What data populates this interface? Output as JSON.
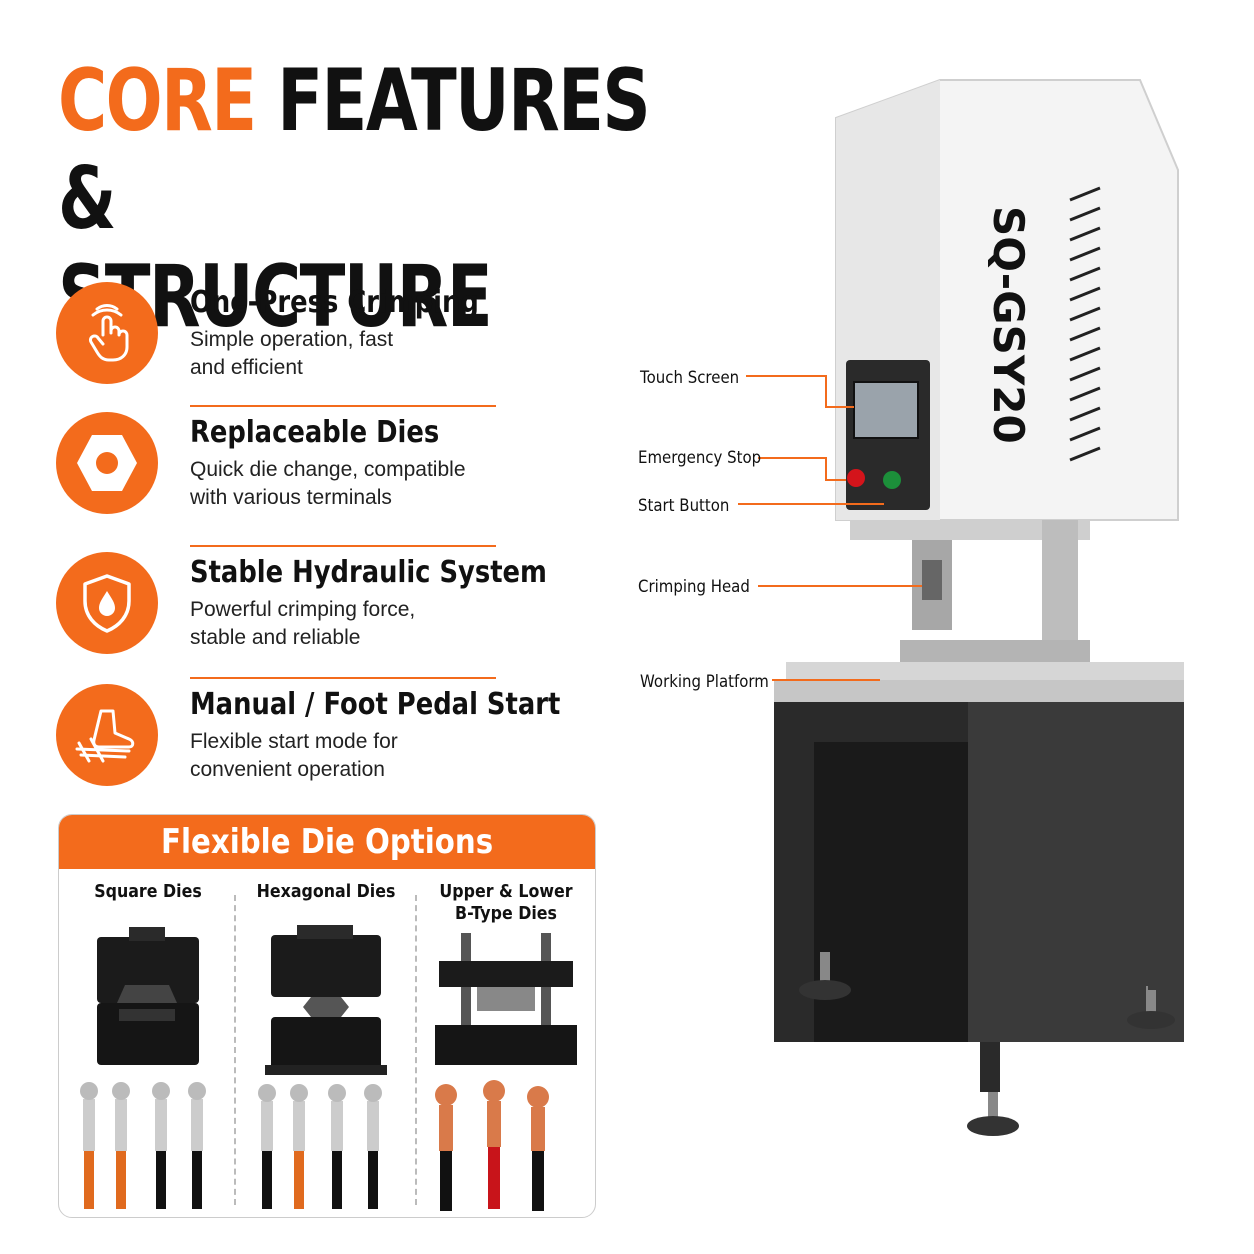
{
  "title": {
    "accent": "CORE",
    "rest_line1": " FEATURES &",
    "line2": "STRUCTURE"
  },
  "features": [
    {
      "icon": "touch-hand-icon",
      "title": "One-Press Crimping",
      "desc": "Simple operation, fast\nand efficient"
    },
    {
      "icon": "hex-nut-icon",
      "title": "Replaceable Dies",
      "desc": "Quick die change, compatible\nwith various terminals"
    },
    {
      "icon": "shield-drop-icon",
      "title": "Stable Hydraulic System",
      "desc": "Powerful crimping force,\nstable and reliable"
    },
    {
      "icon": "foot-pedal-icon",
      "title": "Manual / Foot Pedal Start",
      "desc": "Flexible start mode for\nconvenient operation"
    }
  ],
  "die_options": {
    "title": "Flexible Die Options",
    "columns": [
      {
        "label": "Square Dies"
      },
      {
        "label": "Hexagonal Dies"
      },
      {
        "label": "Upper & Lower\nB-Type Dies"
      }
    ]
  },
  "machine": {
    "model": "SQ-GSY20",
    "callouts": {
      "touch_screen": "Touch Screen",
      "emergency_stop": "Emergency Stop",
      "start_button": "Start Button",
      "crimping_head": "Crimping Head",
      "working_platform": "Working Platform"
    }
  },
  "colors": {
    "accent": "#f36b1c",
    "text": "#111111"
  }
}
